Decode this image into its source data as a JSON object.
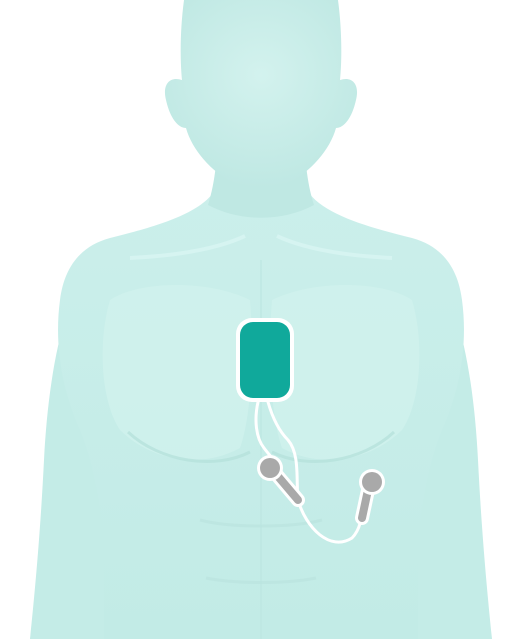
{
  "illustration": {
    "subject": "torso",
    "device": "monitor-patch",
    "electrodes": 2
  },
  "colors": {
    "background": "#ffffff",
    "body_fill": "#c7ece8",
    "body_shade": "#b4e1dc",
    "body_highlight": "#d6f3f0",
    "device_fill": "#10a99b",
    "device_outline": "#ffffff",
    "electrode_fill": "#a9a9a9",
    "lead_wire": "#ffffff"
  }
}
